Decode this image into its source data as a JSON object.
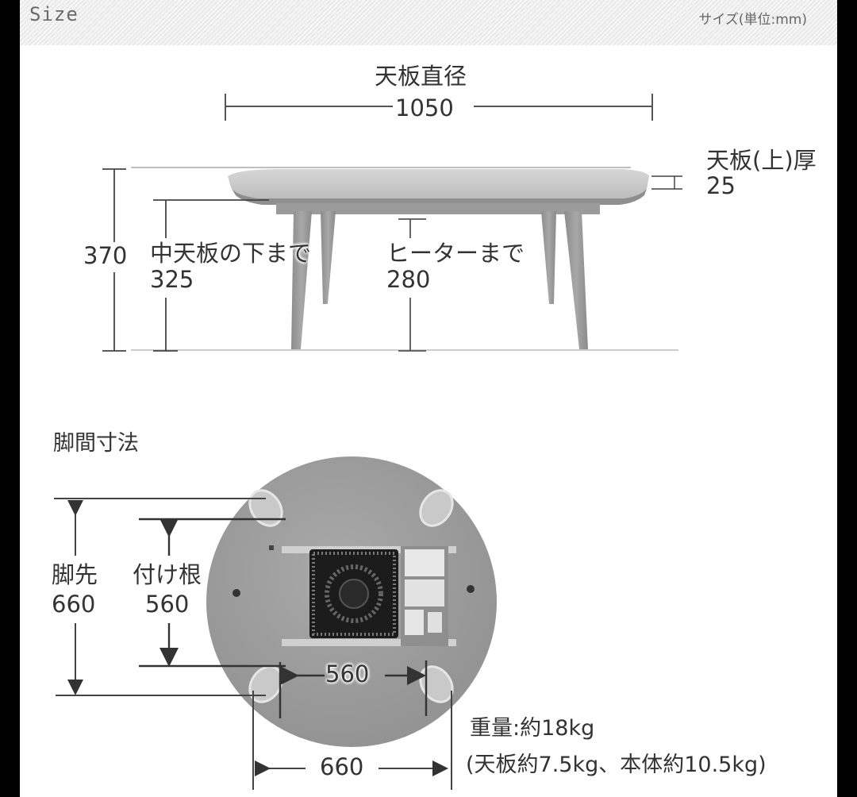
{
  "header": {
    "title": "Size",
    "unit_note": "サイズ(単位:mm)"
  },
  "side_view": {
    "top_diameter_label": "天板直径",
    "top_diameter_value": "1050",
    "top_thickness_label": "天板(上)厚",
    "top_thickness_value": "25",
    "total_height_value": "370",
    "under_mid_top_label": "中天板の下まで",
    "under_mid_top_value": "325",
    "to_heater_label": "ヒーターまで",
    "to_heater_value": "280"
  },
  "leg_spacing": {
    "section_title": "脚間寸法",
    "leg_tip_label": "脚先",
    "leg_tip_value": "660",
    "leg_base_label": "付け根",
    "leg_base_value": "560",
    "horizontal_base_value": "560",
    "horizontal_tip_value": "660"
  },
  "weight": {
    "line1": "重量:約18kg",
    "line2": "(天板約7.5kg、本体約10.5kg)"
  },
  "colors": {
    "frame": "#000000",
    "background": "#ffffff",
    "text": "#333333",
    "table_gray": "#9a9a9a"
  }
}
